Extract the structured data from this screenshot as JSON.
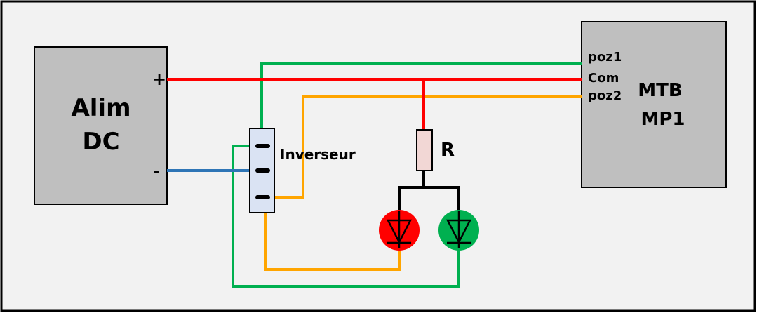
{
  "power_supply": {
    "line1": "Alim",
    "line2": "DC",
    "plus": "+",
    "minus": "-"
  },
  "mtb": {
    "line1": "MTB",
    "line2": "MP1",
    "pin1": "poz1",
    "pin2": "Com",
    "pin3": "poz2"
  },
  "switch": {
    "label": "Inverseur"
  },
  "resistor": {
    "label": "R"
  },
  "colors": {
    "frame": "#000000",
    "background": "#f2f2f2",
    "box_fill": "#bfbfbf",
    "wire_red": "#ff0000",
    "wire_green": "#00b050",
    "wire_orange": "#ffa500",
    "wire_blue": "#2e75b6",
    "wire_black": "#000000",
    "led_red": "#ff0000",
    "led_green": "#00b050",
    "resistor_fill": "#f2d7d5",
    "switch_fill": "#dae3f3"
  }
}
